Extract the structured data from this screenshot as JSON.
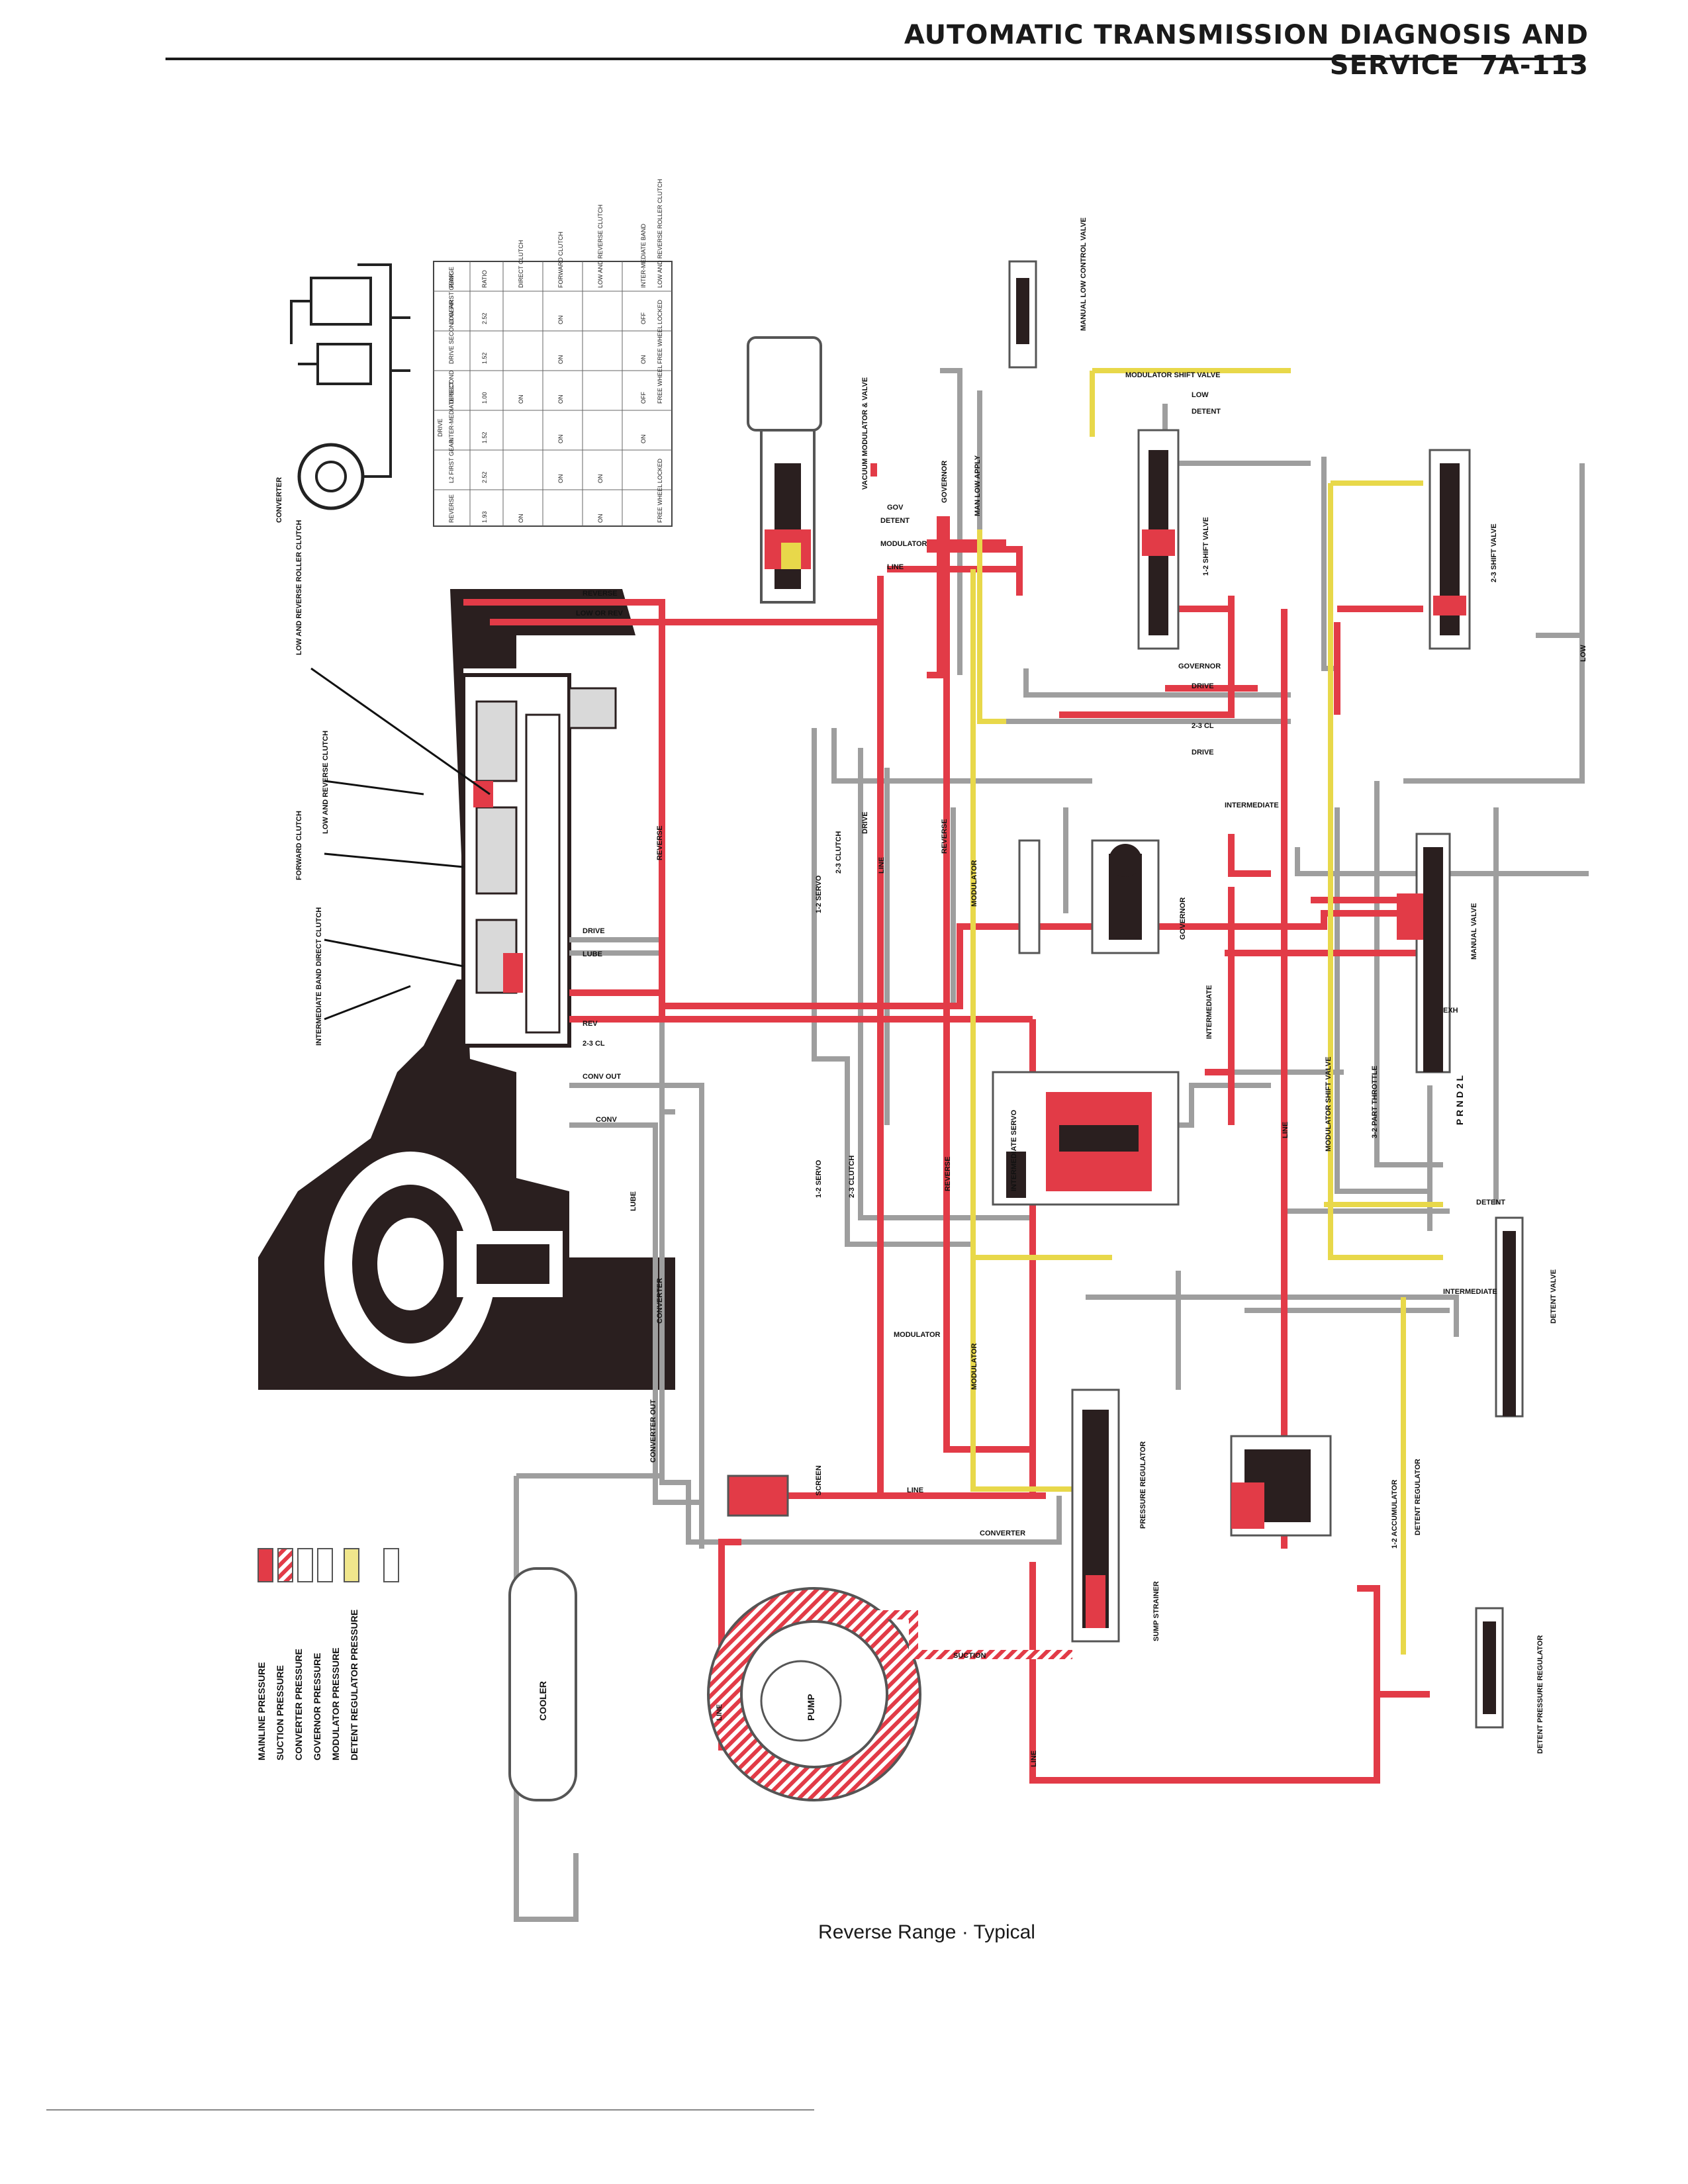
{
  "header": {
    "title": "AUTOMATIC TRANSMISSION DIAGNOSIS AND SERVICE",
    "page_number": "7A-113"
  },
  "caption": {
    "text": "Reverse Range · Typical"
  },
  "legend": {
    "items": [
      {
        "label": "MAINLINE PRESSURE",
        "color": "#e23b47",
        "pattern": "solid"
      },
      {
        "label": "SUCTION PRESSURE",
        "color": "#e23b47",
        "pattern": "hatched"
      },
      {
        "label": "CONVERTER PRESSURE",
        "color": "#c8c8c8",
        "pattern": "outline"
      },
      {
        "label": "GOVERNOR PRESSURE",
        "color": "#c8c8c8",
        "pattern": "outline"
      },
      {
        "label": "MODULATOR PRESSURE",
        "color": "#f0e68c",
        "pattern": "solid"
      },
      {
        "label": "DETENT REGULATOR PRESSURE",
        "color": "#f5f0a8",
        "pattern": "outline"
      }
    ]
  },
  "colors": {
    "mainline": "#e23b47",
    "converter": "#bdbdbd",
    "modulator": "#e8d84a",
    "case": "#2a1f1f"
  },
  "range_table": {
    "headers": [
      "RANGE",
      "RATIO",
      "DIRECT CLUTCH",
      "FORWARD CLUTCH",
      "LOW AND REVERSE CLUTCH",
      "INTER-MEDIATE BAND",
      "LOW AND REVERSE ROLLER CLUTCH"
    ],
    "rows": [
      [
        "LOW FIRST GEAR",
        "2.52",
        "",
        "ON",
        "",
        "OFF",
        "LOCKED"
      ],
      [
        "DRIVE SECOND GEAR",
        "1.52",
        "",
        "ON",
        "",
        "ON",
        "FREE WHEEL"
      ],
      [
        "DIRECT",
        "1.00",
        "ON",
        "ON",
        "",
        "OFF",
        "FREE WHEEL"
      ],
      [
        "INTER-MEDIATE SECOND",
        "1.52",
        "",
        "ON",
        "",
        "ON",
        ""
      ],
      [
        "L2 FIRST GEAR",
        "2.52",
        "",
        "ON",
        "ON",
        "",
        "LOCKED"
      ],
      [
        "REVERSE",
        "1.93",
        "ON",
        "",
        "ON",
        "",
        "FREE WHEEL"
      ]
    ],
    "group_label": "DRIVE"
  },
  "component_labels": {
    "low_reverse_roller": "LOW AND REVERSE ROLLER CLUTCH",
    "low_reverse_clutch": "LOW AND REVERSE CLUTCH",
    "forward_clutch": "FORWARD CLUTCH",
    "direct_clutch": "DIRECT CLUTCH",
    "intermediate_band": "INTERMEDIATE BAND",
    "vacuum_modulator": "VACUUM MODULATOR & VALVE",
    "manual_low": "MANUAL LOW CONTROL VALVE",
    "shift_12": "1-2 SHIFT VALVE",
    "shift_23": "2-3 SHIFT VALVE",
    "governor": "GOVERNOR",
    "manual_valve": "MANUAL VALVE",
    "intermediate_servo": "INTERMEDIATE SERVO",
    "detent_valve": "DETENT VALVE",
    "pressure_regulator": "PRESSURE REGULATOR",
    "accumulator": "1-2 ACCUMULATOR",
    "detent_pressure_regulator": "DETENT PRESSURE REGULATOR",
    "cooler": "COOLER",
    "pump": "PUMP",
    "screen": "SCREEN",
    "sump_strainer": "SUMP STRAINER",
    "converter": "CONVERTER"
  },
  "line_labels": {
    "reverse": "REVERSE",
    "low_or_rev": "LOW OR REV",
    "line": "LINE",
    "drive": "DRIVE",
    "lube": "LUBE",
    "conv_out": "CONV OUT",
    "conv": "CONV",
    "rev": "REV",
    "cl23": "2-3 CL",
    "converter": "CONVERTER",
    "converter_out": "CONVERTER OUT",
    "modulator": "MODULATOR",
    "intermediate": "INTERMEDIATE",
    "governor": "GOVERNOR",
    "detent": "DETENT",
    "low": "LOW",
    "servo12": "1-2 SERVO",
    "clutch23": "2-3 CLUTCH",
    "suction": "SUCTION",
    "mod_shift": "MODULATOR SHIFT VALVE",
    "part_throttle": "3-2 PART THROTTLE",
    "man_low_apply": "MAN LOW APPLY",
    "det_reg": "DETENT REGULATOR",
    "exh": "EXH",
    "gov": "GOV"
  },
  "selector": {
    "positions": "P R N D 2 L"
  }
}
